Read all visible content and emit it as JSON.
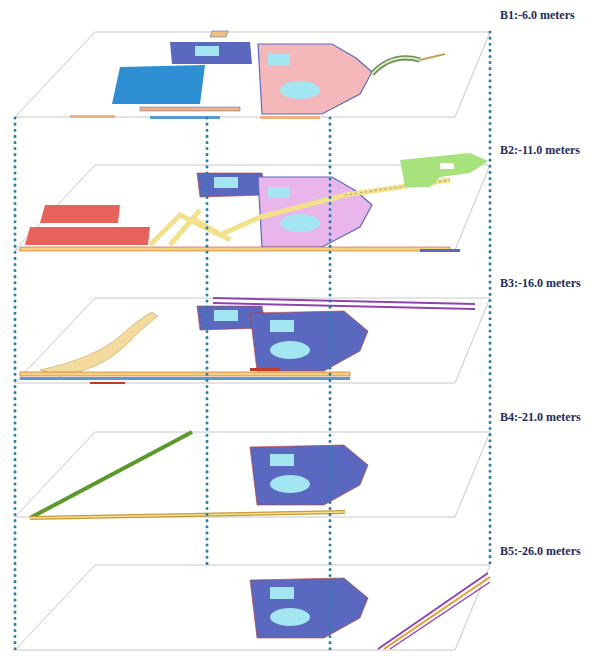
{
  "diagram": {
    "labels": [
      "B1:-6.0 meters",
      "B2:-11.0 meters",
      "B3:-16.0 meters",
      "B4:-21.0 meters",
      "B5:-26.0 meters"
    ]
  }
}
